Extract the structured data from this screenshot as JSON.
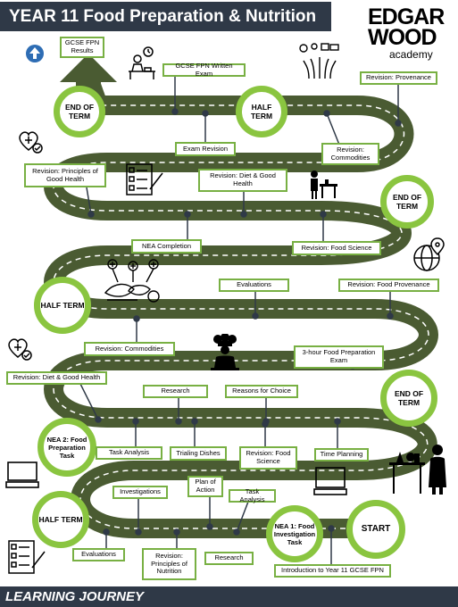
{
  "header": {
    "title": "YEAR 11 Food Preparation & Nutrition"
  },
  "logo": {
    "line1": "EDGAR",
    "line2": "WOOD",
    "sub": "academy"
  },
  "footer": {
    "title": "LEARNING JOURNEY"
  },
  "colors": {
    "road": "#4a5b32",
    "accent": "#8ac540",
    "header_bg": "#2f3947",
    "arrow": "#4a5b32"
  },
  "milestones": {
    "end_term_1": "END OF TERM",
    "half_term_1": "HALF TERM",
    "end_term_2": "END OF TERM",
    "half_term_2": "HALF TERM",
    "end_term_3": "END OF TERM",
    "nea2": "NEA 2: Food Preparation Task",
    "half_term_3": "HALF TERM",
    "nea1": "NEA 1: Food Investigation Task",
    "start": "START"
  },
  "labels": {
    "gcse_results": "GCSE FPN Results",
    "written_exam": "GCSE FPN Written Exam",
    "rev_provenance_1": "Revision: Provenance",
    "exam_revision": "Exam Revision",
    "rev_commodities_1": "Revision: Commodities",
    "rev_principles": "Revision: Principles of Good Health",
    "rev_diet_1": "Revision: Diet & Good Health",
    "nea_completion": "NEA Completion",
    "rev_food_science_1": "Revision: Food Science",
    "evaluations_1": "Evaluations",
    "rev_food_provenance": "Revision: Food Provenance",
    "rev_commodities_2": "Revision: Commodities",
    "three_hour": "3-hour Food Preparation Exam",
    "rev_diet_2": "Revision: Diet & Good Health",
    "research_1": "Research",
    "reasons": "Reasons for Choice",
    "task_analysis_1": "Task Analysis",
    "trialing": "Trialing Dishes",
    "rev_food_science_2": "Revision: Food Science",
    "time_planning": "Time Planning",
    "investigations": "Investigations",
    "plan_of_action": "Plan of Action",
    "task_analysis_2": "Task Analysis",
    "evaluations_2": "Evaluations",
    "rev_principles_nutrition": "Revision: Principles of Nutrition",
    "research_2": "Research",
    "intro": "Introduction to Year 11 GCSE FPN"
  },
  "icons": [
    "up-arrow-icon",
    "student-desk-icon",
    "supply-chain-icon",
    "heart-health-icon",
    "checklist-icon",
    "chef-table-icon",
    "globe-location-icon",
    "food-ingredients-icon",
    "chef-icon",
    "computer-icon",
    "cook-scientist-icon"
  ]
}
